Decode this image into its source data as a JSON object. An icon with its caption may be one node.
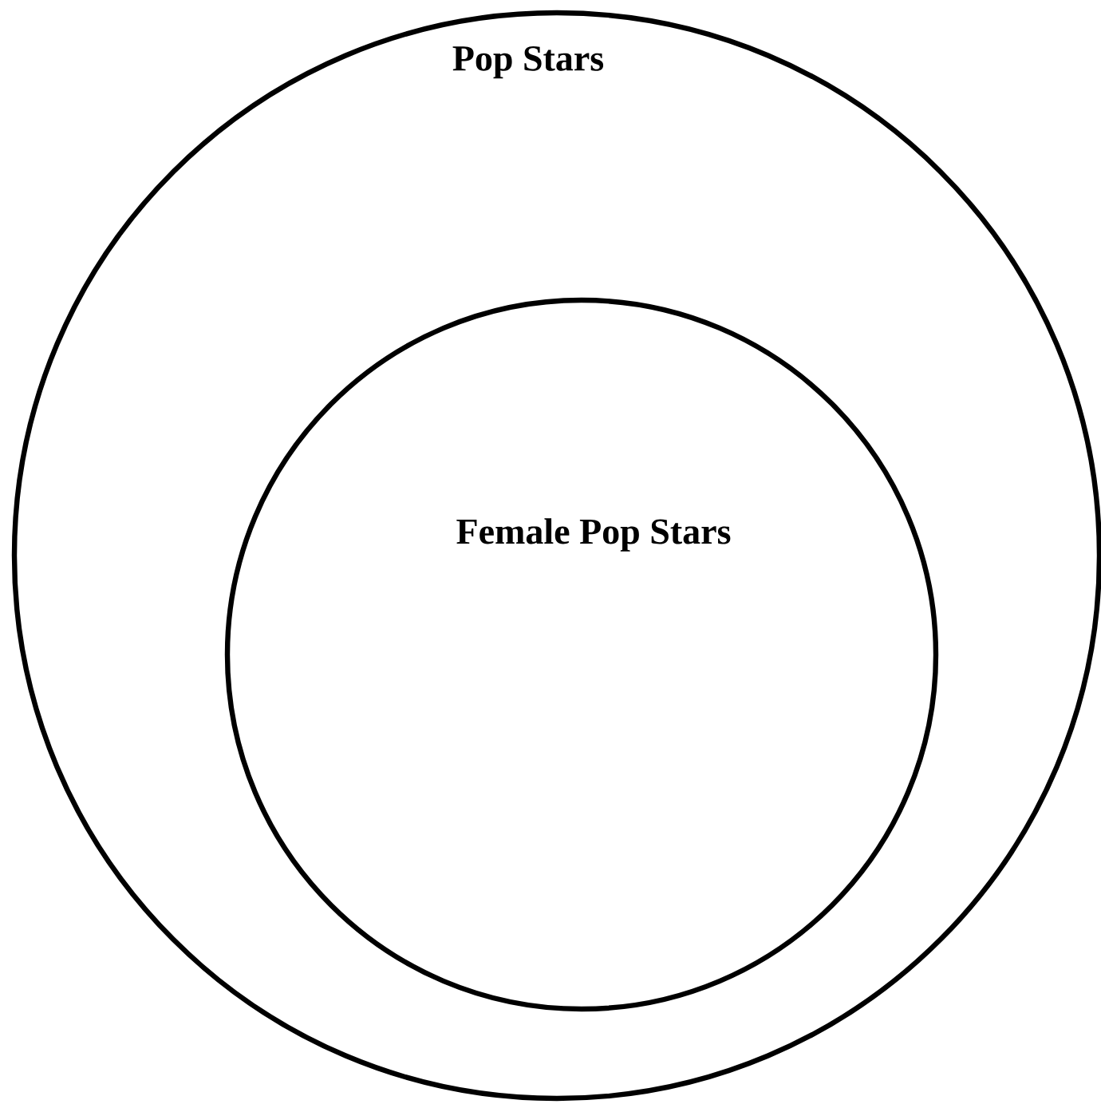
{
  "diagram": {
    "nodes": [
      {
        "text": [
          "Pop Stars"
        ]
      },
      {
        "text": [
          "Female Pop Stars"
        ],
        "in": 0
      }
    ]
  }
}
